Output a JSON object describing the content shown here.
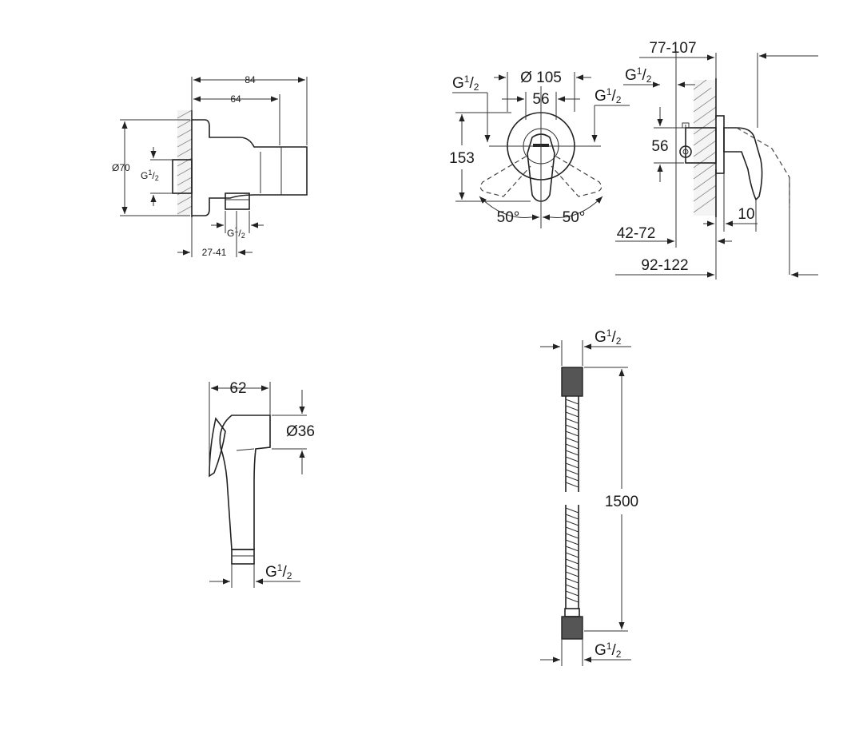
{
  "wall_bracket": {
    "dim_84": "84",
    "dim_64": "64",
    "dim_diam70": "Ø70",
    "dim_27_41": "27-41",
    "thread_side": {
      "g": "G",
      "n": "1",
      "d": "2"
    },
    "thread_bottom": {
      "g": "G",
      "n": "1",
      "d": "2"
    }
  },
  "mixer_front": {
    "dim_diam105": "Ø 105",
    "dim_56": "56",
    "dim_153": "153",
    "angle_left": "50°",
    "angle_right": "50°",
    "thread_left": {
      "g": "G",
      "n": "1",
      "d": "2"
    },
    "thread_right": {
      "g": "G",
      "n": "1",
      "d": "2"
    }
  },
  "mixer_side": {
    "dim_77_107": "77-107",
    "dim_56": "56",
    "dim_10": "10",
    "dim_42_72": "42-72",
    "dim_92_122": "92-122",
    "thread": {
      "g": "G",
      "n": "1",
      "d": "2"
    }
  },
  "hand_shower": {
    "dim_62": "62",
    "dim_diam36": "Ø36",
    "thread": {
      "g": "G",
      "n": "1",
      "d": "2"
    }
  },
  "hose": {
    "dim_1500": "1500",
    "thread_top": {
      "g": "G",
      "n": "1",
      "d": "2"
    },
    "thread_bottom": {
      "g": "G",
      "n": "1",
      "d": "2"
    }
  }
}
